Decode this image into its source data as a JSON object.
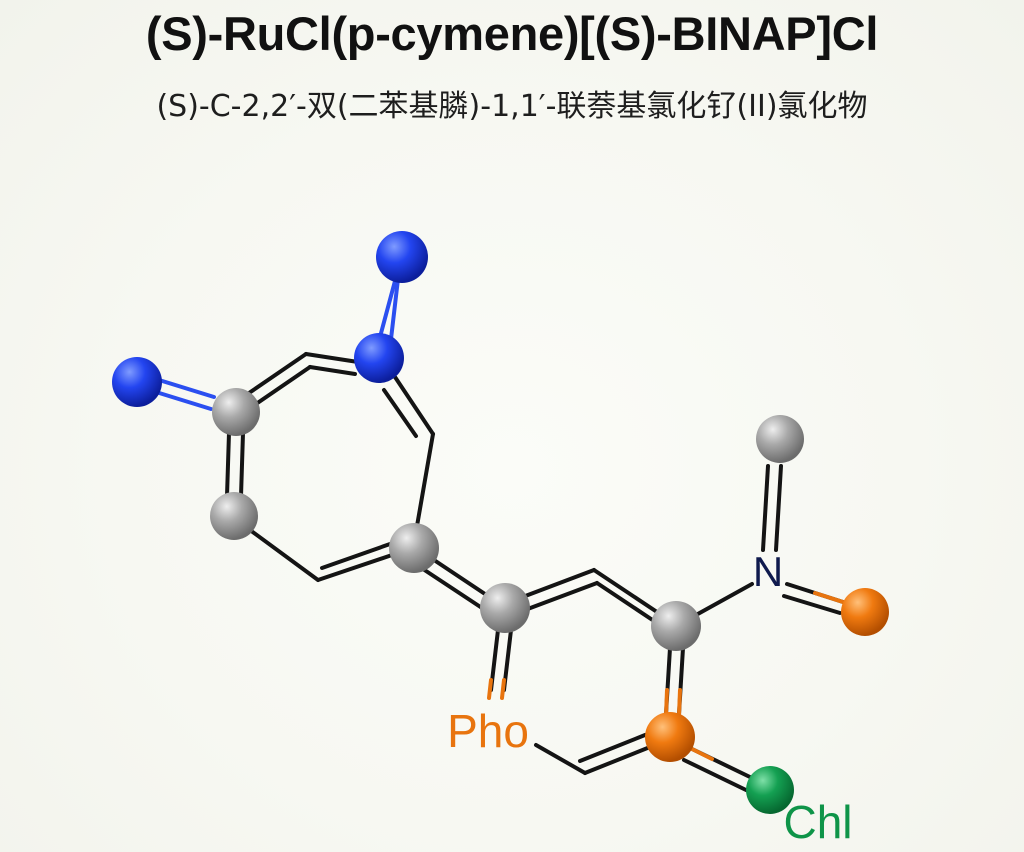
{
  "title": "(S)-RuCl(p-cymene)[(S)-BINAP]Cl",
  "subtitle": "(S)-C-2,2′-双(二苯基膦)-1,1′-联萘基氯化钌(II)氯化物",
  "labels": {
    "n": "N",
    "pho": "Pho",
    "chl": "Chl"
  },
  "colors": {
    "carbon": "#9a9a9a",
    "nitrogen_atom": "#1f3fe0",
    "nitrogen_text": "#0f1a4d",
    "phosphorus": "#e8740e",
    "chlorine": "#0e9448",
    "bond": "#141414"
  }
}
